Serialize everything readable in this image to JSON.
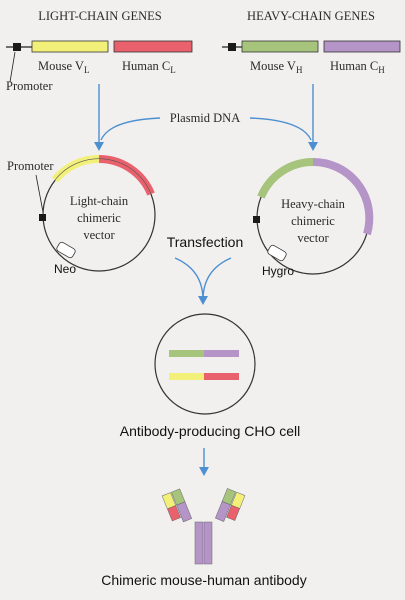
{
  "header": {
    "light_chain_genes": "LIGHT-CHAIN GENES",
    "heavy_chain_genes": "HEAVY-CHAIN GENES"
  },
  "light_gene": {
    "promoter": "Promoter",
    "mouse_v_main": "Mouse V",
    "mouse_v_sub": "L",
    "human_c_main": "Human C",
    "human_c_sub": "L"
  },
  "heavy_gene": {
    "mouse_v_main": "Mouse V",
    "mouse_v_sub": "H",
    "human_c_main": "Human C",
    "human_c_sub": "H"
  },
  "plasmid_dna": "Plasmid DNA",
  "light_vector": {
    "promoter": "Promoter",
    "line1": "Light-chain",
    "line2": "chimeric",
    "line3": "vector",
    "marker": "Neo"
  },
  "heavy_vector": {
    "line1": "Heavy-chain",
    "line2": "chimeric",
    "line3": "vector",
    "marker": "Hygro"
  },
  "transfection": "Transfection",
  "cho_cell_label": "Antibody-producing CHO cell",
  "antibody_label": "Chimeric mouse-human antibody",
  "colors": {
    "mouse_light": "#f3f07a",
    "human_light": "#e9616d",
    "mouse_heavy": "#a6c47c",
    "human_heavy": "#b594c8",
    "promoter": "#1a1a1a",
    "arrow": "#4d8fd1"
  }
}
